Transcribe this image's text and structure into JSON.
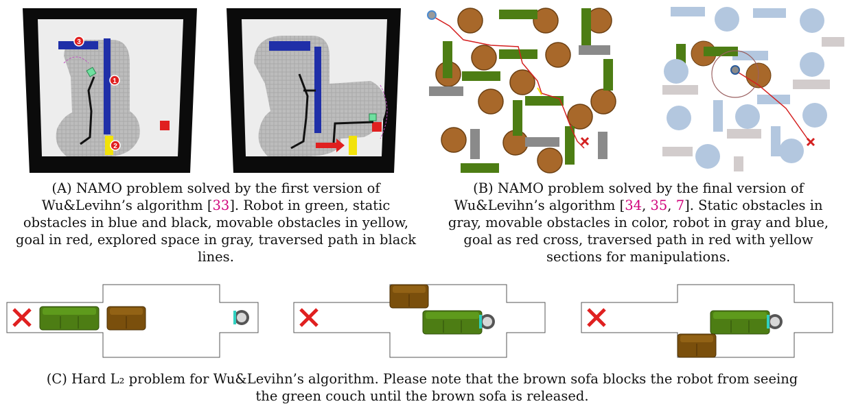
{
  "figure": {
    "panel_a": {
      "tag": "(A)",
      "caption_text": " NAMO problem solved by the first version of Wu&Levihn’s algorithm [",
      "citation": "33",
      "caption_rest": "]. Robot in green, static obstacles in blue and black, movable obstacles in yellow, goal in red, explored space in gray, traversed path in black lines.",
      "markers": [
        "3",
        "1",
        "2"
      ]
    },
    "panel_b": {
      "tag": "(B)",
      "caption_text": " NAMO problem solved by the final version of Wu&Levihn’s algorithm [",
      "citations": [
        "34",
        "35",
        "7"
      ],
      "caption_rest": "]. Static obstacles in gray, movable obstacles in color, robot in gray and blue, goal as red cross, traversed path in red with yellow sections for manipulations."
    },
    "panel_c": {
      "tag": "(C)",
      "caption_text": " Hard L₂ problem for Wu&Levihn’s algorithm. Please note that the brown sofa blocks the robot from seeing the green couch until the brown sofa is released."
    }
  },
  "colors": {
    "citation": "#d0007a",
    "static_blue": "#1f2fa8",
    "movable_yellow": "#f2e20a",
    "goal_red": "#e02020",
    "couch_green": "#4d7d14",
    "sofa_brown": "#7a4f0c",
    "table_brown": "#a8682a",
    "static_gray": "#8a8a8a",
    "path_red": "#d42020"
  }
}
